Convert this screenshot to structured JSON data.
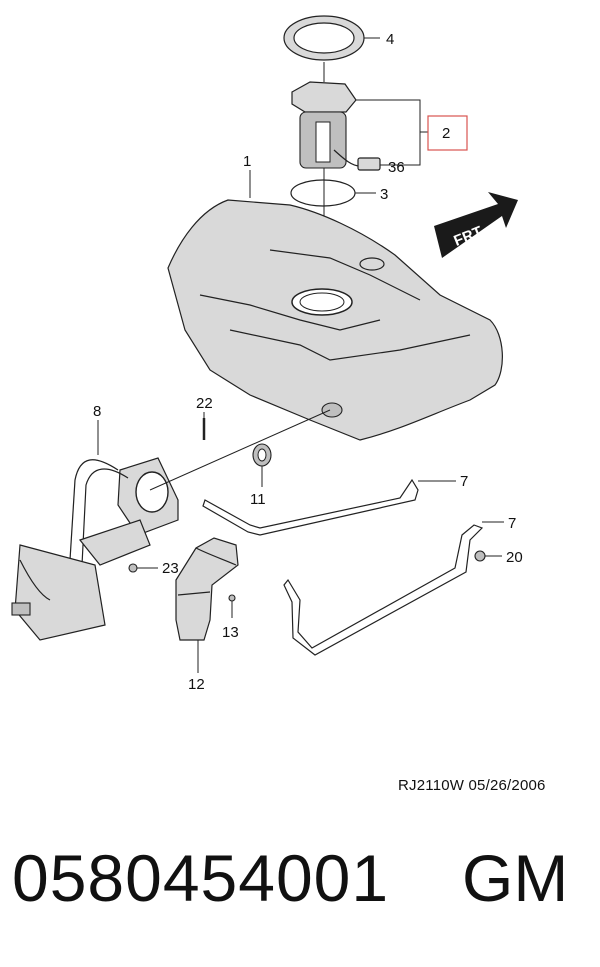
{
  "callouts": {
    "c1": "1",
    "c2": "2",
    "c3": "3",
    "c4": "4",
    "c36": "36",
    "c7a": "7",
    "c7b": "7",
    "c8": "8",
    "c11": "11",
    "c12": "12",
    "c13": "13",
    "c20": "20",
    "c22": "22",
    "c23": "23"
  },
  "direction_label": "FRT",
  "drawing_code": "RJ2110W  05/26/2006",
  "part_number": "0580454001",
  "brand": "GM",
  "colors": {
    "highlight_box": "#d9534f",
    "line": "#222222",
    "shade": "#d9d9d9"
  }
}
